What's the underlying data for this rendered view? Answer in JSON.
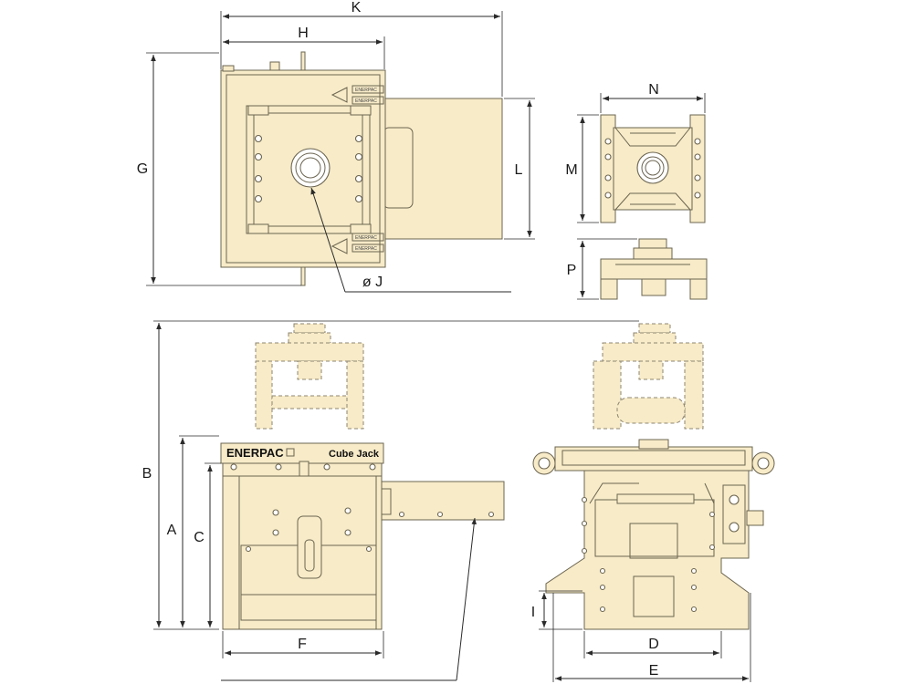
{
  "product": {
    "brand": "ENERPAC",
    "model": "Cube Jack"
  },
  "dimensions": {
    "K": "K",
    "H": "H",
    "G": "G",
    "L": "L",
    "J": "ø J",
    "N": "N",
    "M": "M",
    "P": "P",
    "B": "B",
    "A": "A",
    "C": "C",
    "F": "F",
    "D": "D",
    "E": "E",
    "I": "I"
  },
  "colors": {
    "body": "#f7ebc8",
    "outline": "#6b6450",
    "dimension": "#2a2a2a"
  }
}
